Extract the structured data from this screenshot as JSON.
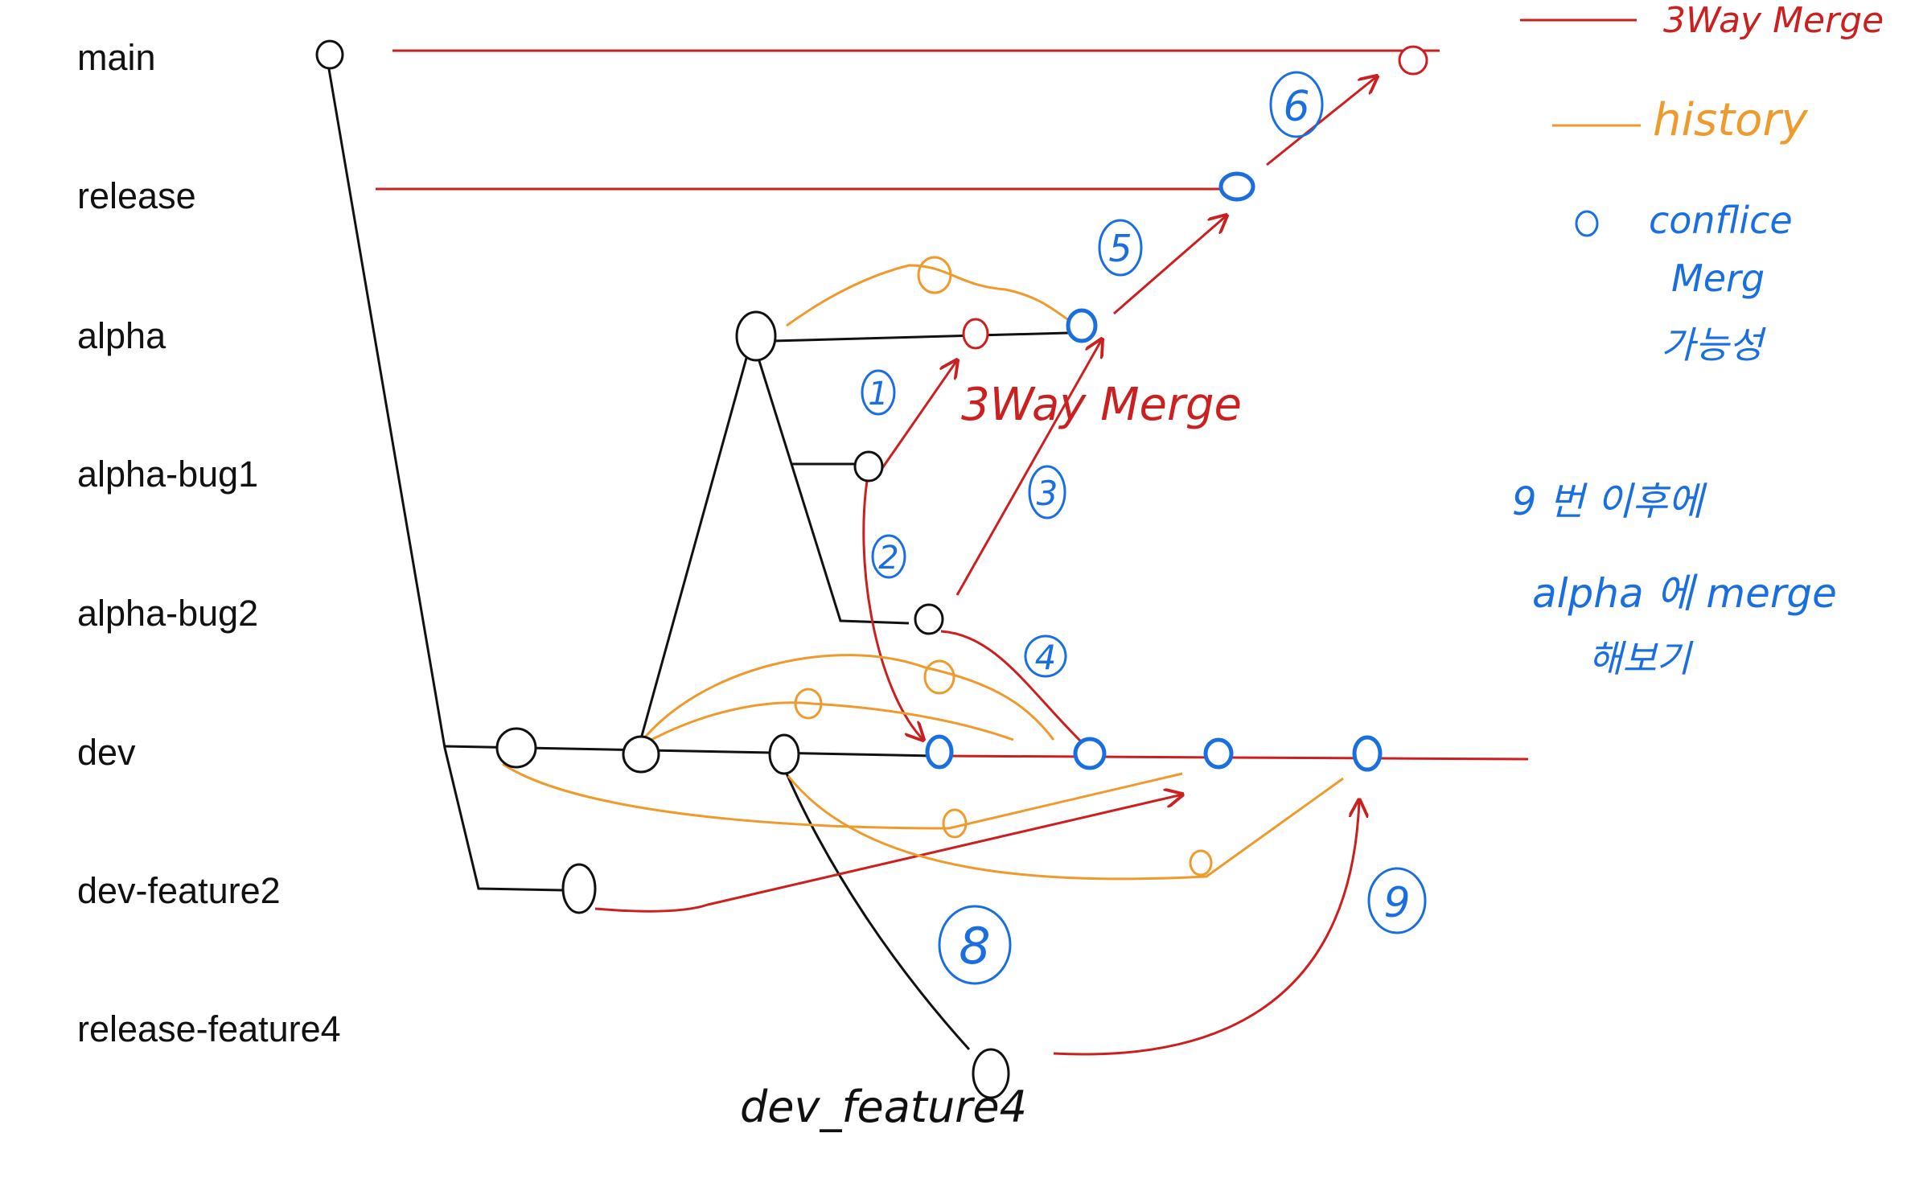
{
  "branches": [
    {
      "label": "main"
    },
    {
      "label": "release"
    },
    {
      "label": "alpha"
    },
    {
      "label": "alpha-bug1"
    },
    {
      "label": "alpha-bug2"
    },
    {
      "label": "dev"
    },
    {
      "label": "dev-feature2"
    },
    {
      "label": "release-feature4"
    }
  ],
  "annotations": {
    "three_way_merge": "3Way Merge",
    "dev_feature4": "dev_feature4"
  },
  "steps": [
    "1",
    "2",
    "3",
    "4",
    "5",
    "6",
    "8",
    "9"
  ],
  "legend": {
    "merge_label": "3Way Merge",
    "history_label": "history",
    "conflict_label": "conflice",
    "conflict_label2": "Merg",
    "conflict_label3": "가능성"
  },
  "note": {
    "line1": "9 번 이후에",
    "line2": "alpha 에 merge",
    "line3": "해보기"
  },
  "colors": {
    "merge": "#cc1f1f",
    "history": "#ef9a2d",
    "conflict": "#1a6fe0",
    "branch": "#111111"
  }
}
